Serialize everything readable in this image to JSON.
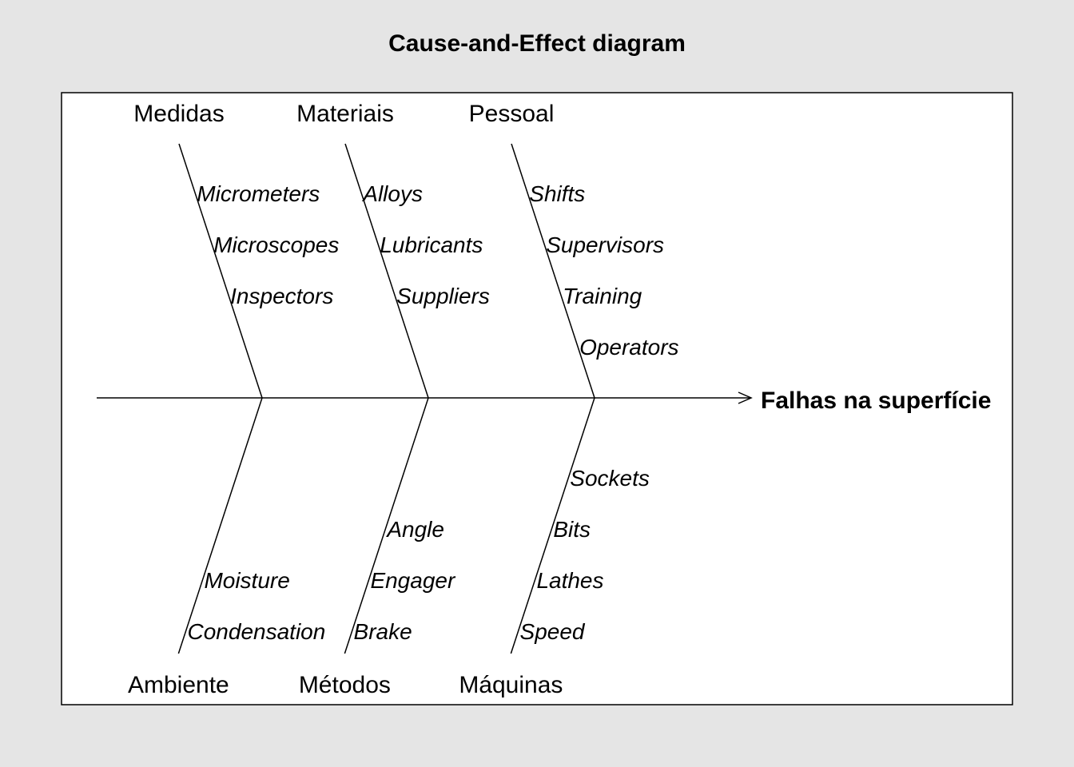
{
  "title": "Cause-and-Effect diagram",
  "effect": "Falhas na superfície",
  "top_branches": [
    {
      "name": "Medidas",
      "causes": [
        "Micrometers",
        "Microscopes",
        "Inspectors"
      ]
    },
    {
      "name": "Materiais",
      "causes": [
        "Alloys",
        "Lubricants",
        "Suppliers"
      ]
    },
    {
      "name": "Pessoal",
      "causes": [
        "Shifts",
        "Supervisors",
        "Training",
        "Operators"
      ]
    }
  ],
  "bottom_branches": [
    {
      "name": "Ambiente",
      "causes": [
        "Moisture",
        "Condensation"
      ]
    },
    {
      "name": "Métodos",
      "causes": [
        "Angle",
        "Engager",
        "Brake"
      ]
    },
    {
      "name": "Máquinas",
      "causes": [
        "Sockets",
        "Bits",
        "Lathes",
        "Speed"
      ]
    }
  ]
}
